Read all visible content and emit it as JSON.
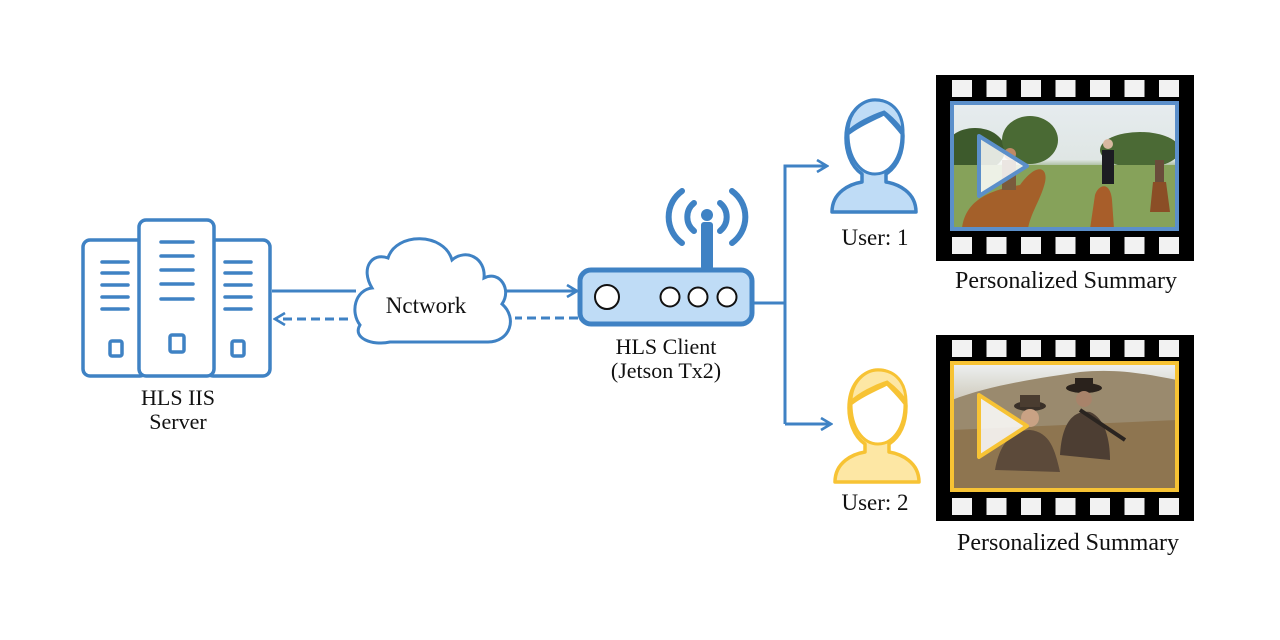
{
  "colors": {
    "blue": "#3f82c4",
    "light_blue": "#bfdcf6",
    "yellow": "#f7c334",
    "light_yellow": "#fde7a4",
    "film": "#000000",
    "sprocket": "#f2f2f2"
  },
  "server": {
    "icon": "server-rack-icon",
    "label_line1": "HLS IIS",
    "label_line2": "Server"
  },
  "network": {
    "icon": "cloud-icon",
    "label": "Nctwork"
  },
  "client": {
    "icon": "router-with-antenna-icon",
    "label_line1": "HLS Client",
    "label_line2": "(Jetson Tx2)"
  },
  "users": [
    {
      "label": "User: 1",
      "icon": "user-avatar-icon",
      "summary_label": "Personalized Summary",
      "video_thumbnail": "western scene: riders on horses in a grassy field",
      "play_icon": "play-icon"
    },
    {
      "label": "User: 2",
      "icon": "user-avatar-icon",
      "summary_label": "Personalized Summary",
      "video_thumbnail": "western scene: two men lying on a hillside with a rifle",
      "play_icon": "play-icon"
    }
  ],
  "connections": [
    {
      "from": "server",
      "to": "client",
      "style": "solid",
      "direction": "server-to-client"
    },
    {
      "from": "client",
      "to": "server",
      "style": "dashed",
      "direction": "client-to-server"
    },
    {
      "from": "client",
      "to": "user-1",
      "style": "solid"
    },
    {
      "from": "client",
      "to": "user-2",
      "style": "solid"
    }
  ]
}
